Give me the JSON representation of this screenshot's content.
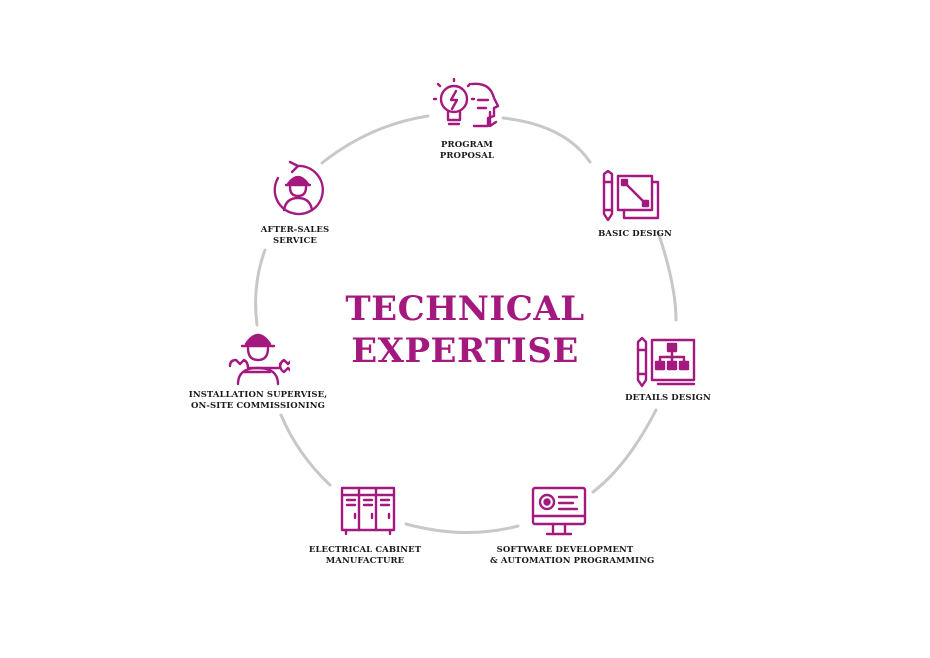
{
  "title": {
    "line1": "TECHNICAL",
    "line2": "EXPERTISE"
  },
  "colors": {
    "accent": "#a3197e",
    "ring": "#c8c8c8",
    "text": "#1a1a1a"
  },
  "steps": [
    {
      "icon": "idea-head-icon",
      "line1": "PROGRAM",
      "line2": "PROPOSAL"
    },
    {
      "icon": "blueprint-pencil-icon",
      "line1": "BASIC DESIGN",
      "line2": ""
    },
    {
      "icon": "flowchart-pencil-icon",
      "line1": "DETAILS DESIGN",
      "line2": ""
    },
    {
      "icon": "monitor-code-icon",
      "line1": "SOFTWARE DEVELOPMENT",
      "line2": "& AUTOMATION PROGRAMMING"
    },
    {
      "icon": "electrical-cabinet-icon",
      "line1": "ELECTRICAL CABINET",
      "line2": "MANUFACTURE"
    },
    {
      "icon": "worker-wrench-icon",
      "line1": "INSTALLATION SUPERVISE,",
      "line2": "ON-SITE COMMISSIONING"
    },
    {
      "icon": "service-worker-icon",
      "line1": "AFTER-SALES",
      "line2": "SERVICE"
    }
  ]
}
